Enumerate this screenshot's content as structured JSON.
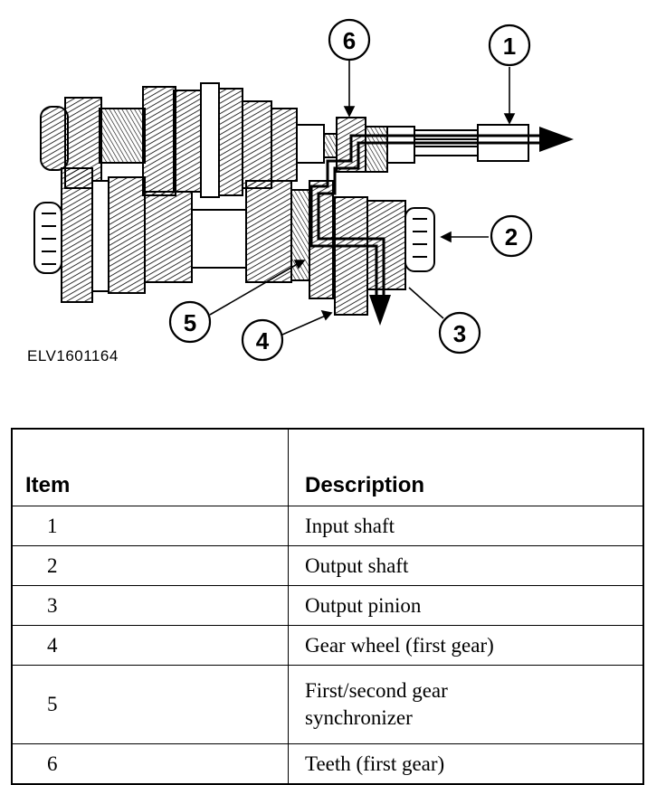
{
  "figure": {
    "id_label": "ELV1601164",
    "callouts": [
      "1",
      "2",
      "3",
      "4",
      "5",
      "6"
    ]
  },
  "table": {
    "headers": {
      "item": "Item",
      "description": "Description"
    },
    "rows": [
      {
        "item": "1",
        "description": "Input shaft"
      },
      {
        "item": "2",
        "description": "Output shaft"
      },
      {
        "item": "3",
        "description": "Output pinion"
      },
      {
        "item": "4",
        "description": "Gear wheel (first gear)"
      },
      {
        "item": "5",
        "description_line1": "First/second gear",
        "description_line2": "synchronizer"
      },
      {
        "item": "6",
        "description": "Teeth (first gear)"
      }
    ]
  }
}
